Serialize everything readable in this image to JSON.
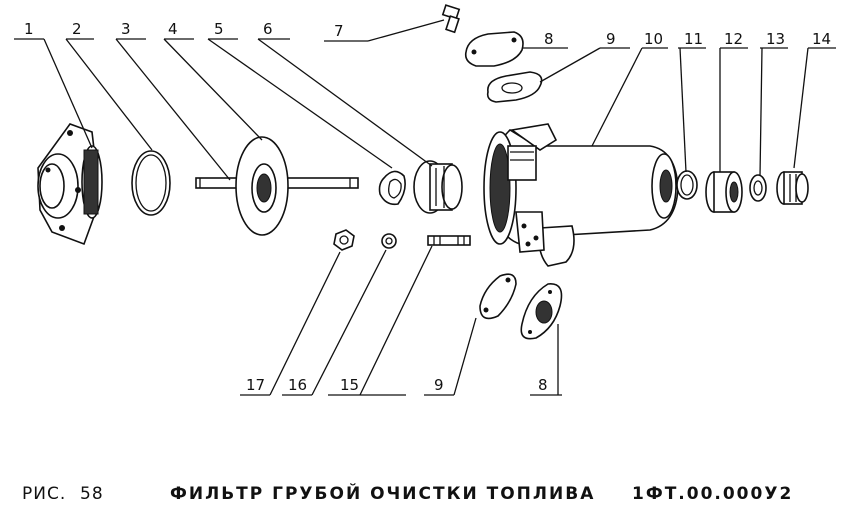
{
  "figure": {
    "label": "РИС.",
    "number": "58",
    "title": "ФИЛЬТР ГРУБОЙ ОЧИСТКИ ТОПЛИВА",
    "code": "1ФТ.00.000У2"
  },
  "callouts": [
    "1",
    "2",
    "3",
    "4",
    "5",
    "6",
    "7",
    "8",
    "9",
    "10",
    "11",
    "12",
    "13",
    "14",
    "17",
    "16",
    "15",
    "9",
    "8"
  ]
}
